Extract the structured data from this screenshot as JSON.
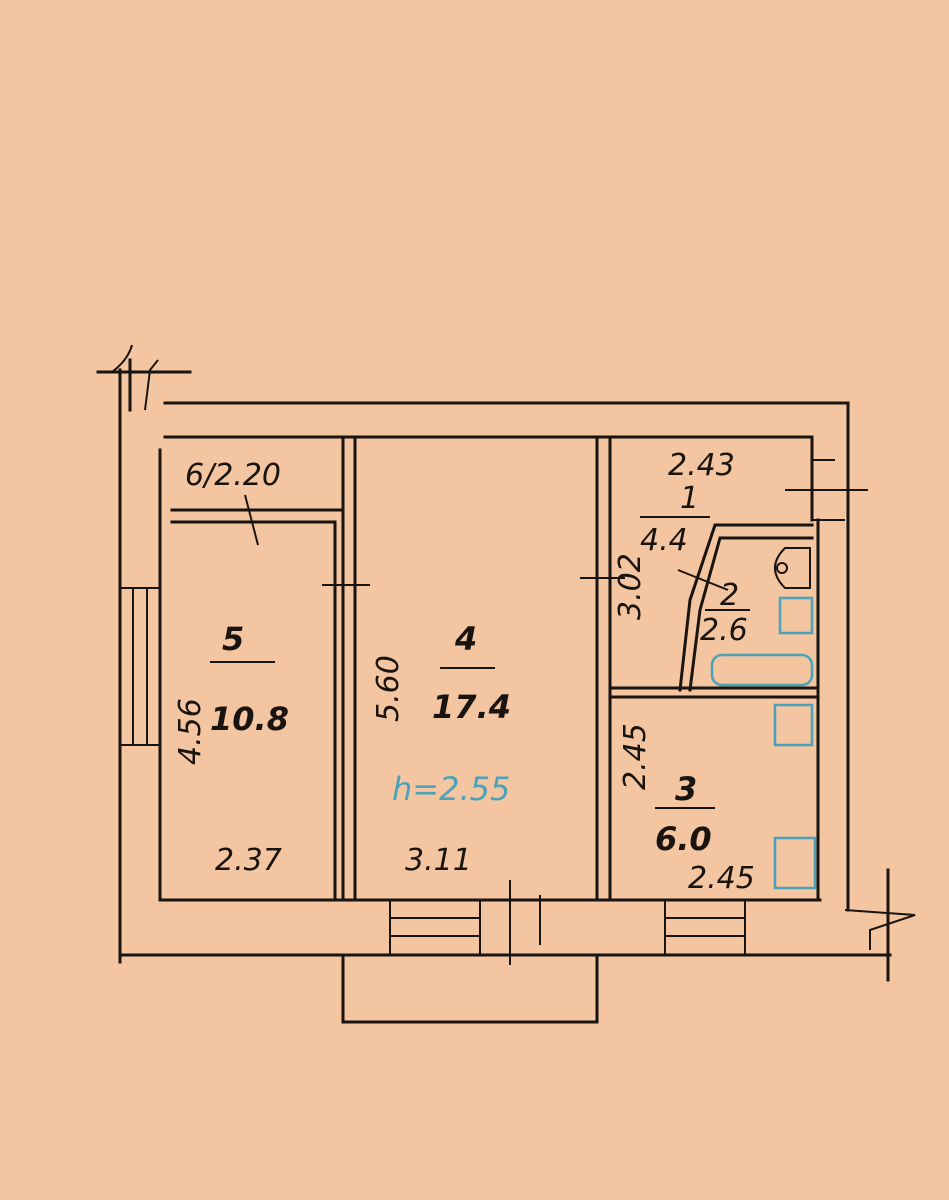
{
  "plan": {
    "rooms": [
      {
        "number": "5",
        "area": "10.8",
        "width": "2.37",
        "length": "4.56"
      },
      {
        "number": "4",
        "area": "17.4",
        "width": "3.11",
        "length": "5.60"
      },
      {
        "number": "1",
        "area": "4.4",
        "width": "2.43",
        "length": "3.02"
      },
      {
        "number": "2",
        "area": "2.6"
      },
      {
        "number": "3",
        "area": "6.0",
        "width": "2.45",
        "length": "2.45"
      }
    ],
    "closet_label": "6/2.20",
    "ceiling_height": "h=2.55",
    "colors": {
      "paper": "#f3c5a0",
      "ink": "#1a1410",
      "blue": "#4aa3b8"
    }
  }
}
